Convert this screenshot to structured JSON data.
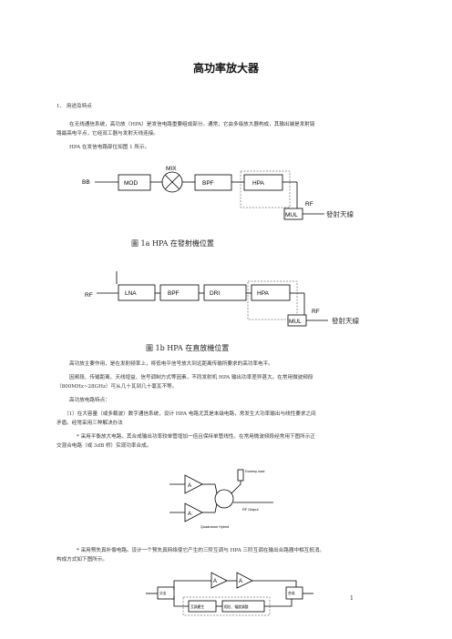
{
  "title": "高功率放大器",
  "section_heading": "1、  用途及特点",
  "paragraphs": {
    "p1a": "在无线通信系统，高功放（HPA）是发信电路重要组成部分。通常，它由多级放大器构成，其输出端是发射链",
    "p1b": "路最高电平点，它经双工器与发射天线连接。",
    "p2": "HPA 在发信电路部位如图 1 所示。",
    "p3": "高功放主要作用，是在发射频率上，将低电平信号放大到远距离传输所要求的高功率电平。",
    "p4a": "因频段、传输距离、天线增益、信号调制方式等因素，不同发射机 HPA 输出功率差异甚大。在常用微波频段",
    "p4b": "（800MHz~28GHz）可从几十瓦到几十毫瓦不等。",
    "p5": "高功放电路特点：",
    "p6a": "（1）在大容量（或多载波）数字通信系统，设计 HPA 电路尤其是末级电路，常发生大功率输出与线性要求之间",
    "p6b": "矛盾。经常采用三种解决办法",
    "p7a": "* 采用平衡放大电路，其合成输出功率较单管增加一倍且保持单管线性。在常用微波频段经常用下图所示正",
    "p7b": "交混合电路（或 3dB 桥）实现功率合成。",
    "p8a": "* 采用预失真补偿电路。设计一个预失真网络使它产生的三阶互调与 HPA 三阶互调在输出合路器中相互抵消。",
    "p8b": "构成方式如下图所示。"
  },
  "fig1a": {
    "bb": "BB",
    "mix": "MIX",
    "mod": "MOD",
    "bpf": "BPF",
    "hpa": "HPA",
    "rf": "RF",
    "mul": "MUL",
    "antenna": "發射天線",
    "caption": "圖 1a    HPA 在發射機位置"
  },
  "fig1b": {
    "rf_in": "RF",
    "lna": "LNA",
    "bpf": "BPF",
    "dri": "DRI",
    "hpa": "HPA",
    "rf_out": "RF",
    "mul": "MUL",
    "antenna": "發射天線",
    "caption": "圖 1b    HPA 在直放機位置"
  },
  "fig2": {
    "amp1": "A",
    "amp2": "A",
    "dummy": "Dummy load",
    "rf_output": "RF Output",
    "hybrid": "Quadrature Hybrid"
  },
  "fig3": {
    "left_box": "分支",
    "right_box": "合成",
    "amp1": "A",
    "amp2": "A",
    "box_mid1": "互調產生",
    "box_mid2": "相位、幅度調整"
  },
  "page_number": "1"
}
